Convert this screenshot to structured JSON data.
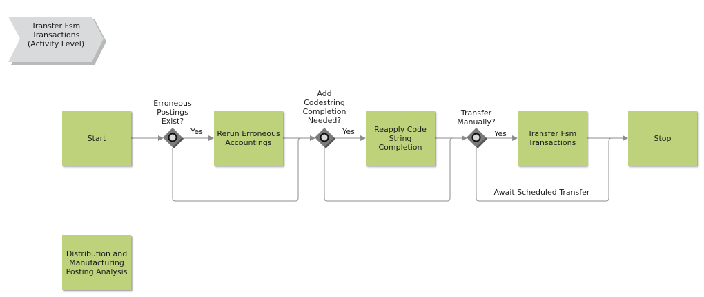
{
  "process_title": "Transfer Fsm\nTransactions\n(Activity Level)",
  "nodes": {
    "start": "Start",
    "rerun": "Rerun Erroneous\nAccountings",
    "reapply": "Reapply Code\nString\nCompletion",
    "transfer": "Transfer Fsm\nTransactions",
    "stop": "Stop",
    "distribution": "Distribution and\nManufacturing\nPosting Analysis"
  },
  "gateways": {
    "g1": "Erroneous\nPostings\nExist?",
    "g2": "Add\nCodestring\nCompletion\nNeeded?",
    "g3": "Transfer\nManually?"
  },
  "edge_labels": {
    "yes1": "Yes",
    "yes2": "Yes",
    "yes3": "Yes",
    "await": "Await Scheduled Transfer"
  },
  "colors": {
    "task_fill": "#bdd27a",
    "chevron_fill": "#d9dadb",
    "gateway_fill": "#7a7a7a",
    "connector": "#8c8c8c"
  }
}
